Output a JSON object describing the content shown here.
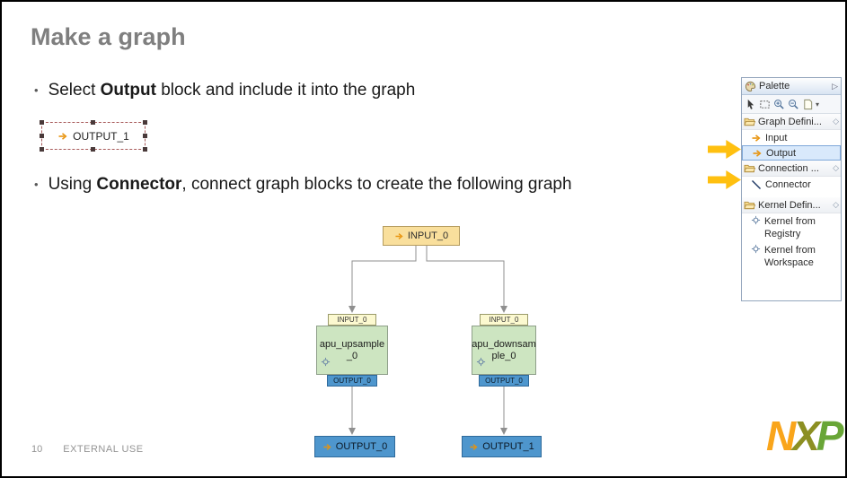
{
  "slide": {
    "title": "Make a graph",
    "bullets": [
      {
        "pre": "Select ",
        "bold": "Output",
        "post": " block and include it into the graph"
      },
      {
        "pre": "Using ",
        "bold": "Connector",
        "post": ", connect graph blocks to create the following graph"
      }
    ],
    "footer": {
      "page_number": "10",
      "classification": "EXTERNAL USE"
    },
    "logo": {
      "n": "N",
      "x": "X",
      "p": "P"
    }
  },
  "selected_block": {
    "label": "OUTPUT_1"
  },
  "graph": {
    "input_block": {
      "label": "INPUT_0"
    },
    "kernels": [
      {
        "input_port": "INPUT_0",
        "name_line1": "apu_upsample",
        "name_line2": "_0",
        "output_port": "OUTPUT_0"
      },
      {
        "input_port": "INPUT_0",
        "name_line1": "apu_downsam",
        "name_line2": "ple_0",
        "output_port": "OUTPUT_0"
      }
    ],
    "output_blocks": [
      {
        "label": "OUTPUT_0"
      },
      {
        "label": "OUTPUT_1"
      }
    ]
  },
  "palette": {
    "title": "Palette",
    "groups": [
      {
        "label": "Graph Defini...",
        "items": [
          {
            "label": "Input"
          },
          {
            "label": "Output"
          }
        ]
      },
      {
        "label": "Connection ...",
        "items": [
          {
            "label": "Connector"
          }
        ]
      },
      {
        "label": "Kernel Defin...",
        "items": [
          {
            "label": "Kernel from Registry"
          },
          {
            "label": "Kernel from Workspace"
          }
        ]
      }
    ]
  },
  "icons": {
    "palette_pin": "▷",
    "drawer_pin": "◇",
    "dropdown": "▾",
    "bullet": "•"
  },
  "colors": {
    "title_gray": "#7f7f7f",
    "callout_arrow": "#FFC010",
    "input_block_bg": "#F9DF9C",
    "port_in_bg": "#FCF9D0",
    "kernel_bg": "#CDE5C1",
    "output_block_bg": "#4E96CD",
    "selection_highlight": "#D9E9FB",
    "wire_gray": "#8f8f8f",
    "logo_n": "#F9A51B",
    "logo_x": "#8C8F22",
    "logo_p": "#69A637"
  }
}
